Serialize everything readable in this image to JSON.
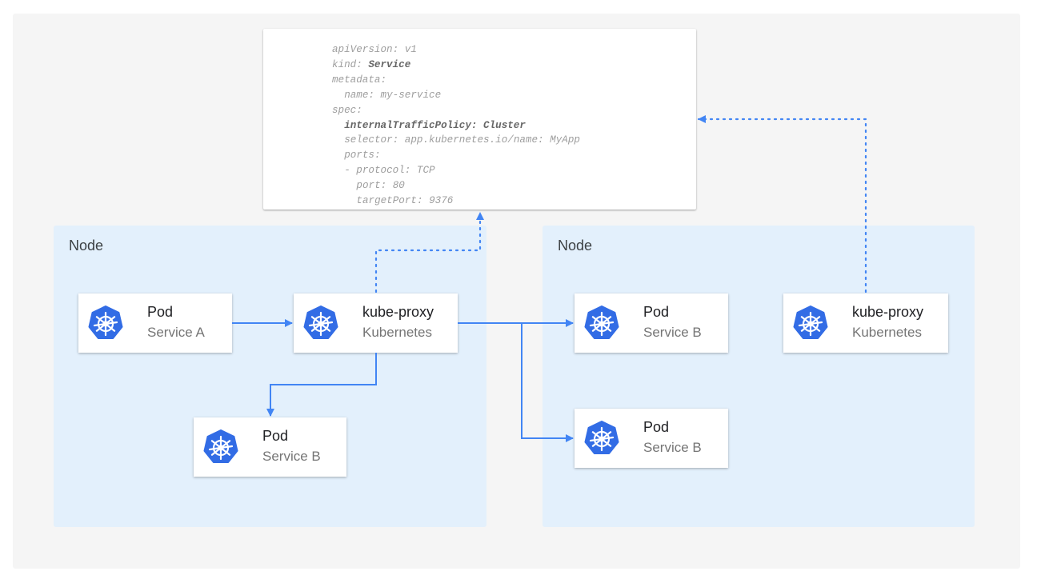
{
  "yaml": {
    "lines": [
      {
        "indent": 0,
        "key": "apiVersion",
        "value": "v1",
        "bold": false
      },
      {
        "indent": 0,
        "key": "kind",
        "value": "Service",
        "bold": "value"
      },
      {
        "indent": 0,
        "key": "metadata",
        "value": "",
        "bold": false
      },
      {
        "indent": 2,
        "key": "name",
        "value": "my-service",
        "bold": false
      },
      {
        "indent": 0,
        "key": "spec",
        "value": "",
        "bold": false
      },
      {
        "indent": 2,
        "key": "internalTrafficPolicy",
        "value": "Cluster",
        "bold": "all"
      },
      {
        "indent": 2,
        "key": "selector",
        "value": "app.kubernetes.io/name: MyApp",
        "bold": false
      },
      {
        "indent": 2,
        "key": "ports",
        "value": "",
        "bold": false
      },
      {
        "indent": 2,
        "key": "- protocol",
        "value": "TCP",
        "bold": false
      },
      {
        "indent": 4,
        "key": "port",
        "value": "80",
        "bold": false
      },
      {
        "indent": 4,
        "key": "targetPort",
        "value": "9376",
        "bold": false
      }
    ]
  },
  "nodes": [
    {
      "label": "Node"
    },
    {
      "label": "Node"
    }
  ],
  "cards": {
    "pod_a": {
      "title": "Pod",
      "subtitle": "Service A"
    },
    "proxy_1": {
      "title": "kube-proxy",
      "subtitle": "Kubernetes"
    },
    "pod_b_left": {
      "title": "Pod",
      "subtitle": "Service B"
    },
    "pod_b_right_1": {
      "title": "Pod",
      "subtitle": "Service B"
    },
    "proxy_2": {
      "title": "kube-proxy",
      "subtitle": "Kubernetes"
    },
    "pod_b_right_2": {
      "title": "Pod",
      "subtitle": "Service B"
    }
  },
  "colors": {
    "k8s_blue": "#326ce5",
    "arrow": "#4285f4",
    "node_bg": "#e3f0fc"
  },
  "icons": {
    "card_icon": "kubernetes-helm-icon"
  }
}
